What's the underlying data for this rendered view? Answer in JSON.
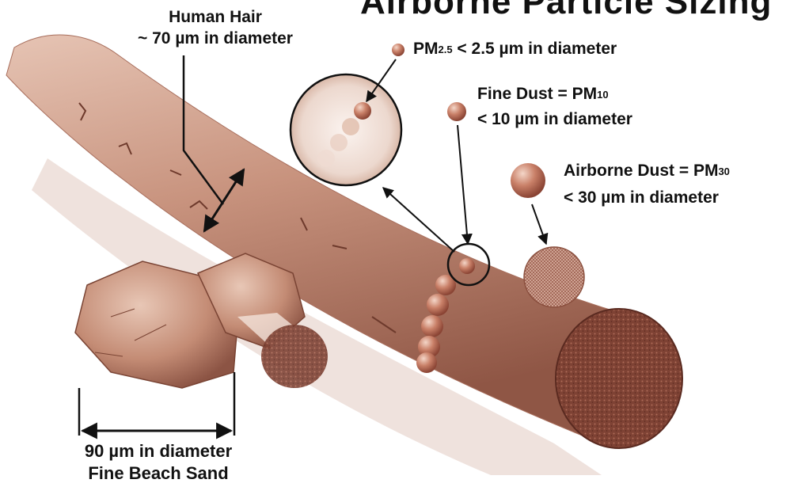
{
  "title": "Airborne Particle Sizing",
  "hair": {
    "name": "Human Hair",
    "size": "~ 70 µm in diameter"
  },
  "pm25": {
    "prefix": "PM",
    "sub": "2.5",
    "suffix": " < 2.5 µm in diameter"
  },
  "pm10": {
    "line1_prefix": "Fine Dust = PM",
    "line1_sub": "10",
    "line2": "< 10 µm in diameter"
  },
  "pm30": {
    "line1_prefix": "Airborne Dust = PM",
    "line1_sub": "30",
    "line2": "< 30 µm in diameter"
  },
  "sand": {
    "size": "90 µm in diameter",
    "name": "Fine Beach Sand"
  },
  "colors": {
    "hair": "#c8937e",
    "hair_dark": "#8a4f3e",
    "particle": "#c57a64",
    "shadow": "#d9c2b8"
  }
}
